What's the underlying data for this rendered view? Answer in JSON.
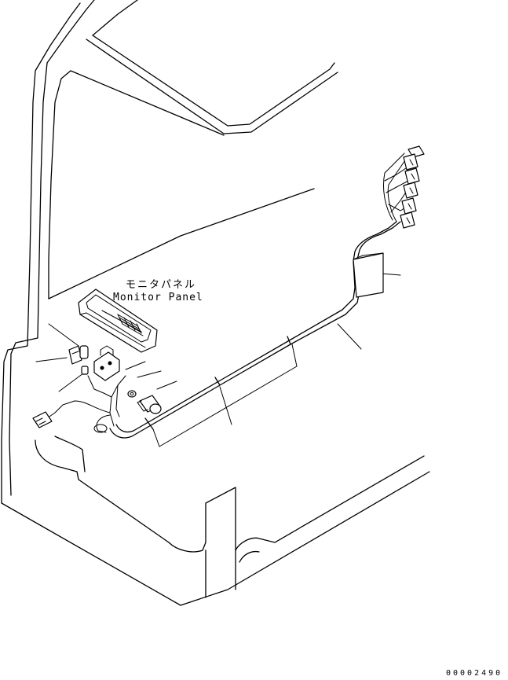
{
  "labels": {
    "monitor_panel_jp": "モニタパネル",
    "monitor_panel_en": "Monitor Panel"
  },
  "drawing_number": "00002490"
}
